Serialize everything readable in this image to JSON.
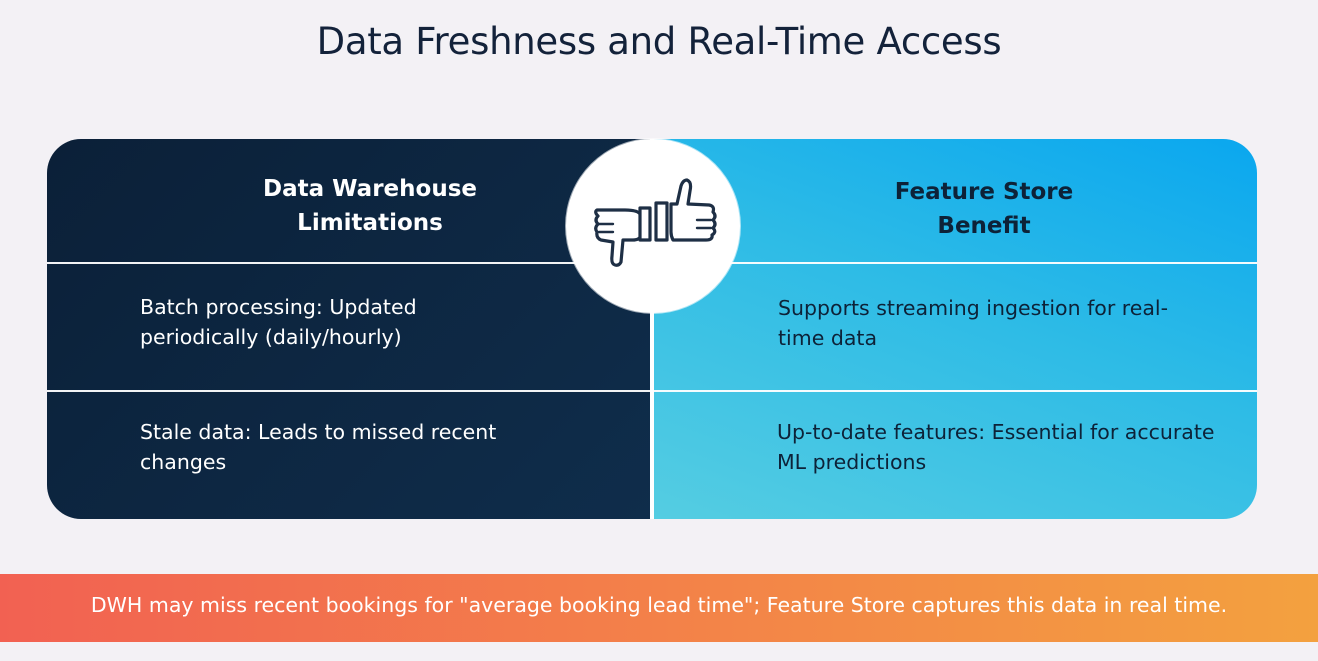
{
  "title": "Data Freshness and Real-Time Access",
  "comparison": {
    "left_header": {
      "line1": "Data Warehouse",
      "line2": "Limitations"
    },
    "right_header": {
      "line1": "Feature Store",
      "line2": "Benefit"
    },
    "rows": [
      {
        "left": {
          "line1": "Batch processing: Updated",
          "line2": "periodically (daily/hourly)"
        },
        "right": {
          "line1": "Supports streaming ingestion for real-",
          "line2": "time data"
        }
      },
      {
        "left": {
          "line1": "Stale data: Leads to missed recent",
          "line2": "changes"
        },
        "right": {
          "line1": "Up-to-date features: Essential for accurate",
          "line2": "ML predictions"
        }
      }
    ],
    "center_icon": "thumbs-down-thumbs-up-icon"
  },
  "footer": {
    "text": "DWH may miss recent bookings for \"average booking lead time\"; Feature Store captures this data in real time."
  },
  "colors": {
    "background": "#f3f1f5",
    "left_panel": "#0f2d4b",
    "right_panel_top": "#0aa7ef",
    "right_panel_bottom": "#55cde2",
    "banner_start": "#f26152",
    "banner_end": "#f3a13f",
    "title": "#13223a"
  }
}
